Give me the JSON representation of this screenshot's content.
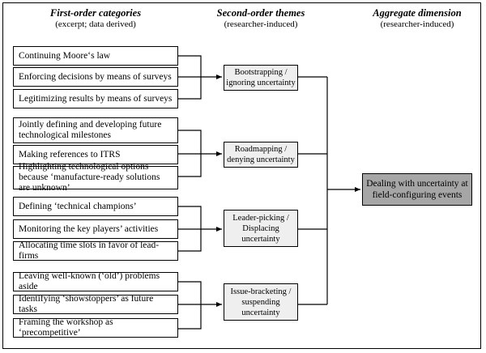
{
  "headers": {
    "first": {
      "title": "First-order categories",
      "subtitle": "(excerpt; data derived)"
    },
    "second": {
      "title": "Second-order themes",
      "subtitle": "(researcher-induced)"
    },
    "aggregate": {
      "title": "Aggregate dimension",
      "subtitle": "(researcher-induced)"
    }
  },
  "groups": [
    {
      "categories": [
        "Continuing Moore‘s law",
        "Enforcing decisions by means of surveys",
        "Legitimizing results by means of surveys"
      ],
      "theme": "Bootstrapping / ignoring uncertainty"
    },
    {
      "categories": [
        "Jointly defining and developing future technological milestones",
        "Making references to ITRS",
        "Highlighting technological options because ‘manufacture-ready solutions are unknown’"
      ],
      "theme": "Roadmapping / denying uncertainty"
    },
    {
      "categories": [
        "Defining ‘technical champions’",
        "Monitoring the key players’ activities",
        "Allocating time slots in favor of lead-firms"
      ],
      "theme": "Leader-picking / Displacing uncertainty"
    },
    {
      "categories": [
        "Leaving well-known (‘old’) problems aside",
        "Identifying ‘showstoppers’ as future tasks",
        "Framing the workshop as ‘precompetitive’"
      ],
      "theme": "Issue-bracketing / suspending uncertainty"
    }
  ],
  "aggregate": "Dealing with uncertainty at field-configuring events"
}
